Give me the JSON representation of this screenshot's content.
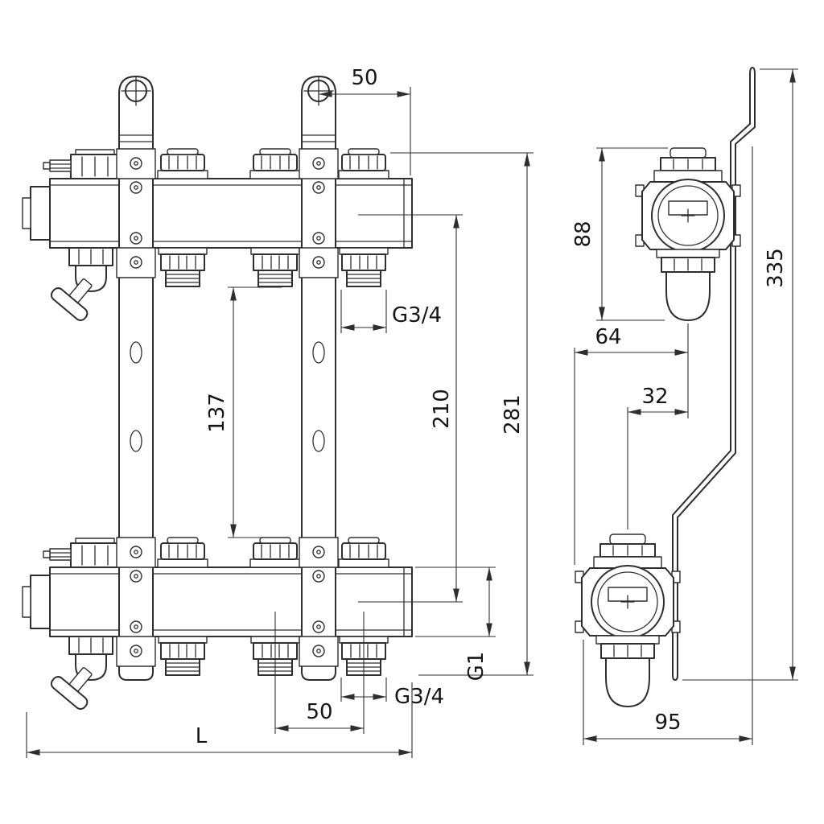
{
  "front_view": {
    "dim_end_offset": "50",
    "dim_outlet_thread_top": "G3/4",
    "dim_bracket_span": "137",
    "dim_axis_distance": "210",
    "dim_overall_height": "281",
    "dim_main_thread": "G1",
    "dim_outlet_thread_bottom": "G3/4",
    "dim_outlet_spacing": "50",
    "dim_overall_length": "L"
  },
  "side_view": {
    "dim_valve_assembly_height": "88",
    "dim_depth_to_axis": "64",
    "dim_axis_offset": "32",
    "dim_bracket_height": "335",
    "dim_overall_depth": "95"
  }
}
